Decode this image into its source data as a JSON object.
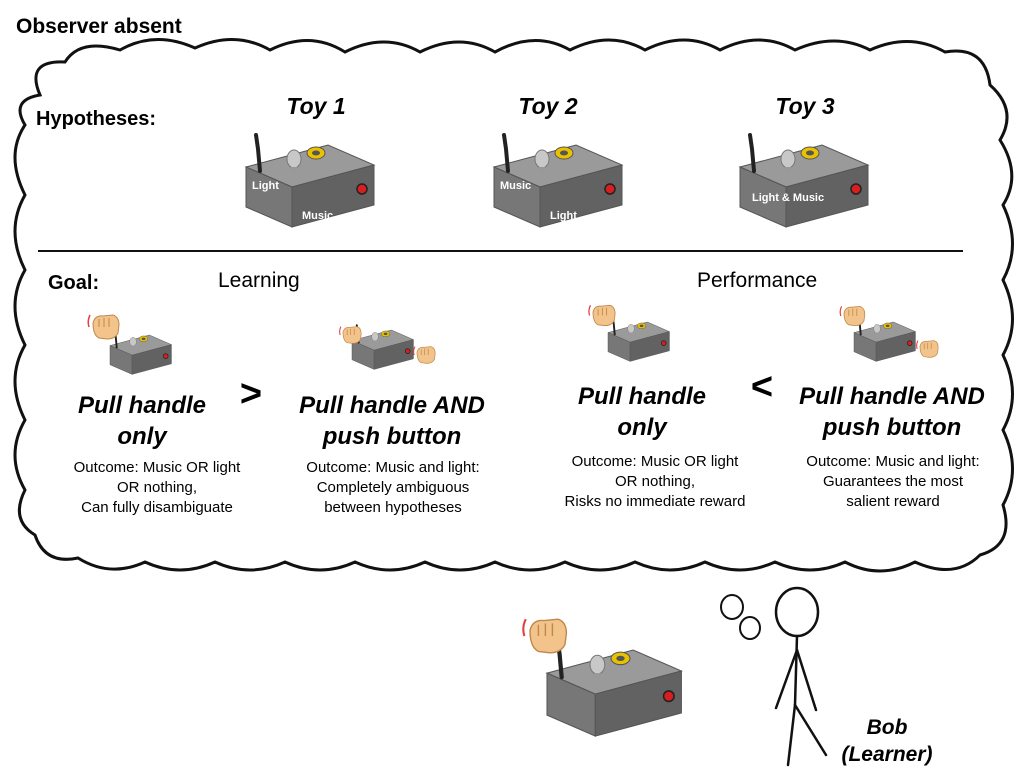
{
  "title": "Observer absent",
  "hypotheses_label": "Hypotheses:",
  "goal_label": "Goal:",
  "toys": [
    {
      "name": "Toy 1",
      "labels": [
        "Light",
        "Music"
      ]
    },
    {
      "name": "Toy 2",
      "labels": [
        "Music",
        "Light"
      ]
    },
    {
      "name": "Toy 3",
      "labels": [
        "Light & Music"
      ]
    }
  ],
  "goals": {
    "learning": "Learning",
    "performance": "Performance"
  },
  "options": [
    {
      "action_line1": "Pull handle",
      "action_line2": "only",
      "outcome": [
        "Outcome: Music OR light",
        "OR nothing,",
        "Can fully disambiguate"
      ]
    },
    {
      "action_line1": "Pull handle AND",
      "action_line2": "push button",
      "outcome": [
        "Outcome: Music and light:",
        "Completely ambiguous",
        "between hypotheses"
      ]
    },
    {
      "action_line1": "Pull handle",
      "action_line2": "only",
      "outcome": [
        "Outcome: Music OR light",
        "OR nothing,",
        "Risks no immediate reward"
      ]
    },
    {
      "action_line1": "Pull handle AND",
      "action_line2": "push button",
      "outcome": [
        "Outcome: Music and light:",
        "Guarantees the most",
        "salient reward"
      ]
    }
  ],
  "comparisons": {
    "learning": ">",
    "performance": "<"
  },
  "learner": {
    "name": "Bob",
    "role": "(Learner)"
  },
  "colors": {
    "box_top": "#8c8c8c",
    "box_front": "#6e6e6e",
    "box_side": "#5a5a5a",
    "button": "#d81e1e",
    "hand": "#f2c38a",
    "speaker": "#e8c200"
  }
}
